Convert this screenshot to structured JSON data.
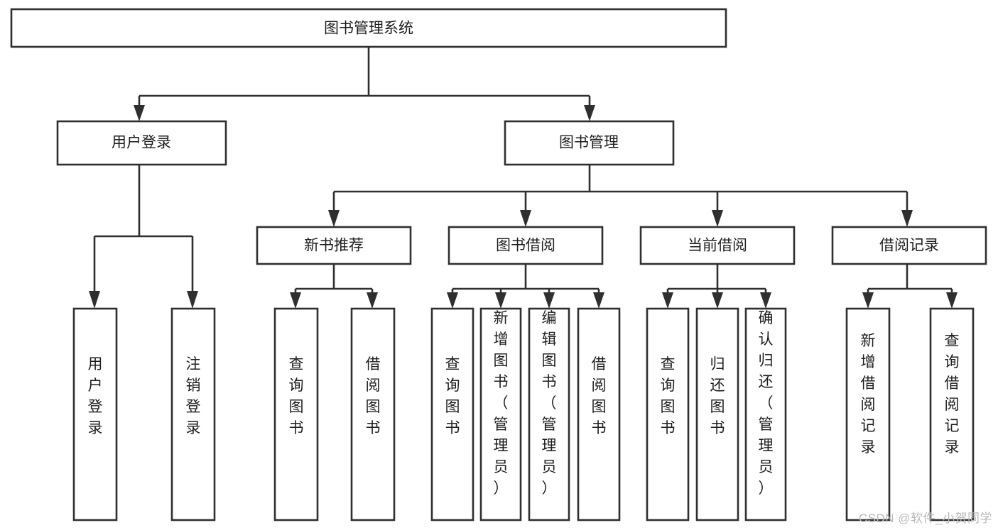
{
  "diagram": {
    "type": "tree",
    "title": "图书管理系统",
    "style": {
      "background": "#ffffff",
      "box_fill": "#ffffff",
      "box_stroke": "#2f2f2f",
      "text_color": "#1d1d1d",
      "watermark_color": "#b9b9b9"
    },
    "watermark": "CSDN @软件_小贺同学",
    "levels": {
      "root": {
        "label": "图书管理系统"
      },
      "level2": [
        {
          "label": "用户登录"
        },
        {
          "label": "图书管理"
        }
      ],
      "level3": [
        {
          "label": "新书推荐"
        },
        {
          "label": "图书借阅"
        },
        {
          "label": "当前借阅"
        },
        {
          "label": "借阅记录"
        }
      ],
      "leaves_user_login": [
        {
          "label": "用户登录"
        },
        {
          "label": "注销登录"
        }
      ],
      "leaves_new_book": [
        {
          "label": "查询图书"
        },
        {
          "label": "借阅图书"
        }
      ],
      "leaves_borrow": [
        {
          "label": "查询图书"
        },
        {
          "label": "新增图书（管理员）"
        },
        {
          "label": "编辑图书（管理员）"
        },
        {
          "label": "借阅图书"
        }
      ],
      "leaves_current": [
        {
          "label": "查询图书"
        },
        {
          "label": "归还图书"
        },
        {
          "label": "确认归还（管理员）"
        }
      ],
      "leaves_record": [
        {
          "label": "新增借阅记录"
        },
        {
          "label": "查询借阅记录"
        }
      ]
    }
  }
}
